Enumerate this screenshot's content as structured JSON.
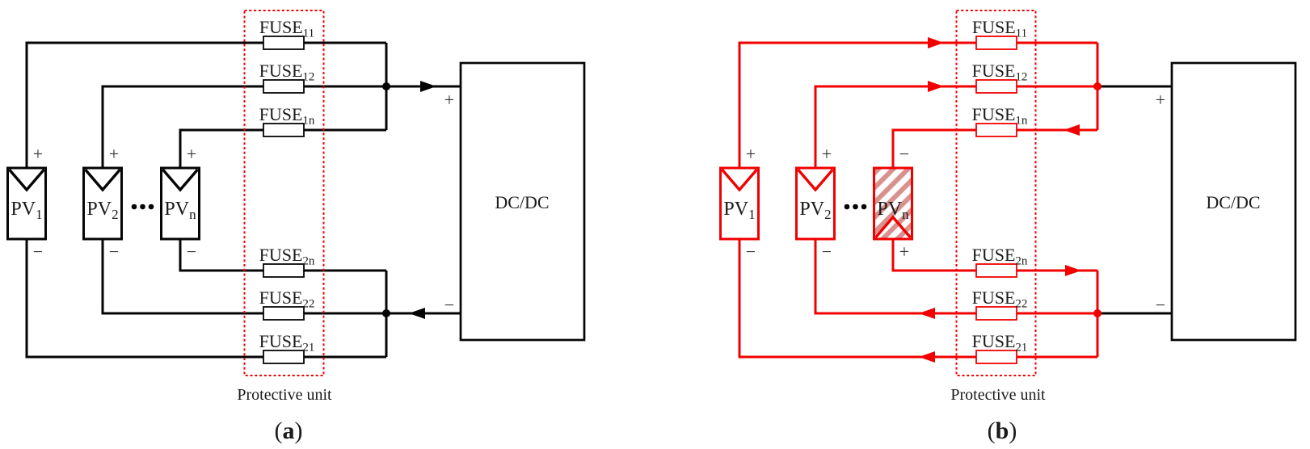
{
  "figure": {
    "description": "PV string fuse protection circuit, normal vs fault condition",
    "colors": {
      "wire_black": "#050505",
      "wire_red": "#f20000",
      "dashed_box_red": "#f20000",
      "hatch_stripe": "#d8918f",
      "text": "#1a1a1a"
    }
  },
  "diagram_a": {
    "caption": {
      "open": "(",
      "letter": "a",
      "close": ")"
    },
    "protective_unit": "Protective unit",
    "dcdc": {
      "label": "DC/DC",
      "plus": "+",
      "minus": "−"
    },
    "panels": [
      {
        "base": "PV",
        "sub": "1",
        "top_sign": "+",
        "bottom_sign": "−"
      },
      {
        "base": "PV",
        "sub": "2",
        "top_sign": "+",
        "bottom_sign": "−"
      },
      {
        "base": "PV",
        "sub": "n",
        "top_sign": "+",
        "bottom_sign": "−"
      }
    ],
    "fuses": [
      {
        "base": "FUSE",
        "sub": "11"
      },
      {
        "base": "FUSE",
        "sub": "12"
      },
      {
        "base": "FUSE",
        "sub": "1n"
      },
      {
        "base": "FUSE",
        "sub": "2n"
      },
      {
        "base": "FUSE",
        "sub": "22"
      },
      {
        "base": "FUSE",
        "sub": "21"
      }
    ]
  },
  "diagram_b": {
    "caption": {
      "open": "(",
      "letter": "b",
      "close": ")"
    },
    "protective_unit": "Protective unit",
    "dcdc": {
      "label": "DC/DC",
      "plus": "+",
      "minus": "−"
    },
    "panels": [
      {
        "base": "PV",
        "sub": "1",
        "top_sign": "+",
        "bottom_sign": "−"
      },
      {
        "base": "PV",
        "sub": "2",
        "top_sign": "+",
        "bottom_sign": "−"
      },
      {
        "base": "PV",
        "sub": "n",
        "top_sign": "−",
        "bottom_sign": "+",
        "faulted": true
      }
    ],
    "fuses": [
      {
        "base": "FUSE",
        "sub": "11"
      },
      {
        "base": "FUSE",
        "sub": "12"
      },
      {
        "base": "FUSE",
        "sub": "1n"
      },
      {
        "base": "FUSE",
        "sub": "2n"
      },
      {
        "base": "FUSE",
        "sub": "22"
      },
      {
        "base": "FUSE",
        "sub": "21"
      }
    ]
  }
}
